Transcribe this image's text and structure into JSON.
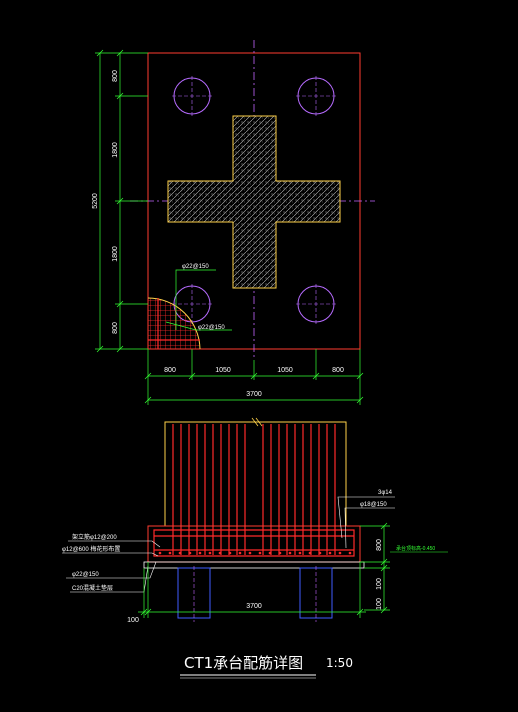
{
  "colors": {
    "background": "#000000",
    "outline": "#ff3b30",
    "dimension": "#33ff33",
    "pile": "#b66bff",
    "axis": "#c266ff",
    "column": "#ffd24a",
    "rebar": "#ff2a2a",
    "text": "#ffffff",
    "pile_section": "#3f5bff"
  },
  "plan": {
    "dims_left": [
      "800",
      "1800",
      "1800",
      "800"
    ],
    "dim_total_left": "5200",
    "dims_bottom": [
      "800",
      "1050",
      "1050",
      "800"
    ],
    "dim_total_bottom": "3700",
    "rebar_top": "φ22@150",
    "rebar_bottom": "φ22@150"
  },
  "section": {
    "label_right_1": "3φ14",
    "label_right_2": "φ18@150",
    "label_right_3": "承台顶标高-0.450",
    "label_left_1": "架立筋φ12@200",
    "label_left_2": "φ12@600 梅花形布置",
    "label_left_3": "φ22@150",
    "label_left_4": "C20混凝土垫层",
    "dim_height_1": "800",
    "dim_height_2": "100",
    "dim_height_3": "100",
    "dim_bottom_left": "100",
    "dim_bottom": "3700"
  },
  "title": {
    "text": "CT1承台配筋详图",
    "scale": "1:50"
  }
}
